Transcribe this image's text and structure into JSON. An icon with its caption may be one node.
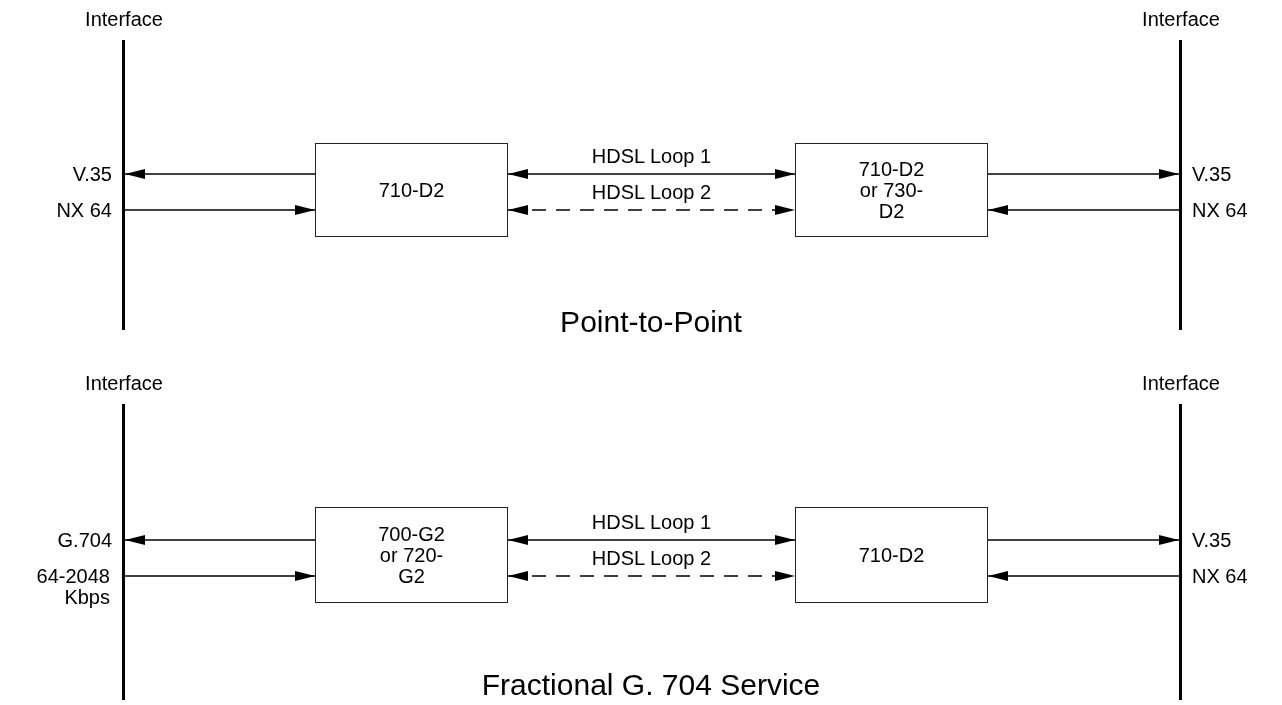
{
  "diagram": {
    "nodes": [
      {
        "text": [
          "Interface"
        ]
      },
      {
        "text": [
          "710-D2"
        ]
      },
      {
        "text": [
          "710-D2 or 730-D2"
        ]
      },
      {
        "text": [
          "Interface"
        ]
      },
      {
        "text": [
          "Interface"
        ]
      },
      {
        "text": [
          "700-G2 or 720-G2"
        ]
      },
      {
        "text": [
          "710-D2"
        ]
      },
      {
        "text": [
          "Interface"
        ]
      }
    ],
    "edges": [
      {
        "from": 1,
        "to": 0,
        "arrow": "to"
      },
      {
        "from": 0,
        "to": 1,
        "arrow": "to"
      },
      {
        "from": 1,
        "to": 2,
        "arrow": "both",
        "label": "HDSL Loop 1"
      },
      {
        "from": 1,
        "to": 2,
        "arrow": "both",
        "label": "HDSL Loop 2",
        "style": "dashed"
      },
      {
        "from": 2,
        "to": 3,
        "arrow": "to"
      },
      {
        "from": 3,
        "to": 2,
        "arrow": "to"
      },
      {
        "from": 5,
        "to": 4,
        "arrow": "to"
      },
      {
        "from": 4,
        "to": 5,
        "arrow": "to"
      },
      {
        "from": 5,
        "to": 6,
        "arrow": "both",
        "label": "HDSL Loop 1"
      },
      {
        "from": 5,
        "to": 6,
        "arrow": "both",
        "label": "HDSL Loop 2",
        "style": "dashed"
      },
      {
        "from": 6,
        "to": 7,
        "arrow": "to"
      },
      {
        "from": 7,
        "to": 6,
        "arrow": "to"
      }
    ],
    "labels": [
      "V.35",
      "NX 64",
      "V.35",
      "NX 64",
      "Point-to-Point",
      "G.704",
      "64-2048 Kbps",
      "V.35",
      "NX 64",
      "Fractional G. 704 Service"
    ]
  }
}
